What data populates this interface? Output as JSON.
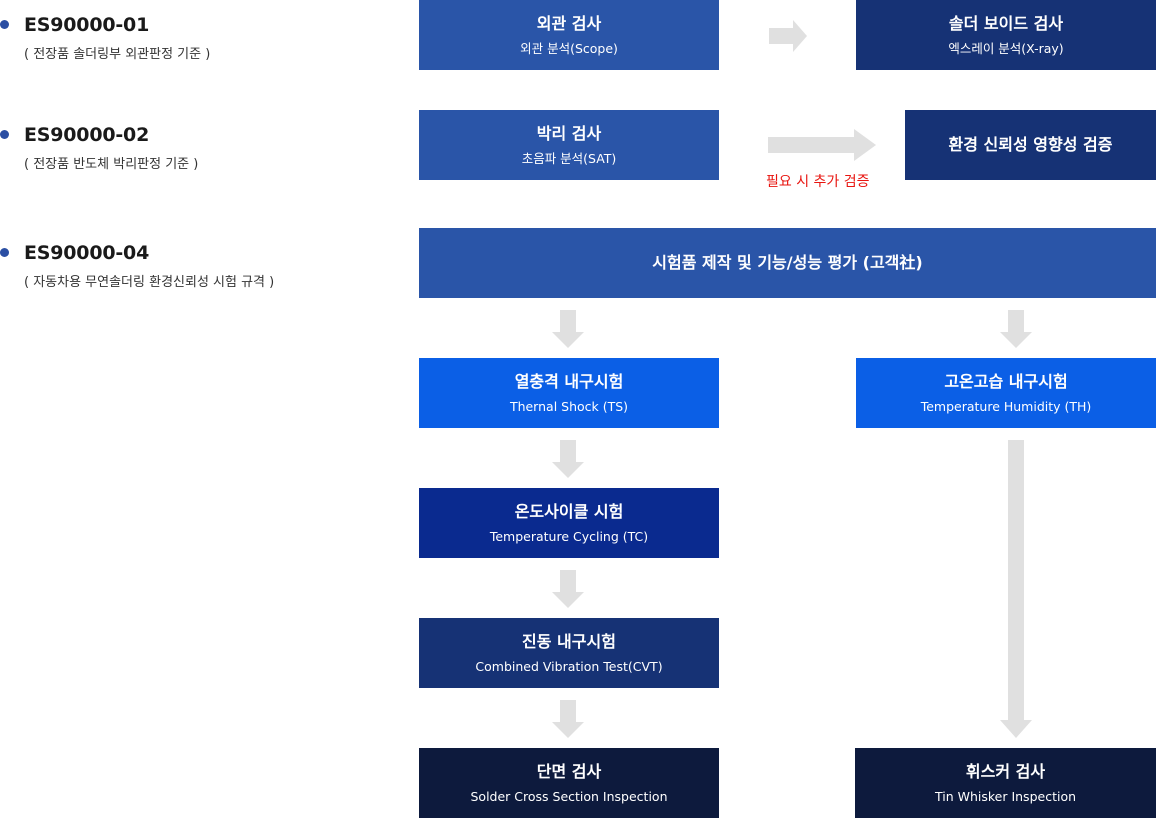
{
  "standards": [
    {
      "code": "ES90000-01",
      "desc": "( 전장품 솔더링부 외관판정 기준 )"
    },
    {
      "code": "ES90000-02",
      "desc": "( 전장품 반도체 박리판정 기준 )"
    },
    {
      "code": "ES90000-04",
      "desc": "( 자동차용 무연솔더링 환경신뢰성 시험 규격 )"
    }
  ],
  "row1": {
    "left": {
      "title": "외관 검사",
      "sub": "외관 분석(Scope)"
    },
    "right": {
      "title": "솔더 보이드 검사",
      "sub": "엑스레이 분석(X-ray)"
    }
  },
  "row2": {
    "left": {
      "title": "박리 검사",
      "sub": "초음파 분석(SAT)"
    },
    "right": {
      "title": "환경 신뢰성 영향성 검증"
    },
    "note": "필요 시 추가 검증"
  },
  "main": {
    "title": "시험품 제작 및 기능/성능 평가 (고객社)"
  },
  "left_chain": [
    {
      "title": "열충격 내구시험",
      "sub": "Thernal Shock (TS)"
    },
    {
      "title": "온도사이클 시험",
      "sub": "Temperature Cycling (TC)"
    },
    {
      "title": "진동 내구시험",
      "sub": "Combined Vibration Test(CVT)"
    },
    {
      "title": "단면 검사",
      "sub": "Solder Cross Section Inspection"
    }
  ],
  "right_chain": [
    {
      "title": "고온고습 내구시험",
      "sub": "Temperature Humidity (TH)"
    },
    {
      "title": "휘스커 검사",
      "sub": "Tin Whisker Inspection"
    }
  ],
  "colors": {
    "bullet": "#2b4fa3",
    "box_mid": "#2a55a8",
    "box_dark": "#163275",
    "box_bright": "#0b5fe6",
    "box_navy": "#0a2a8f",
    "box_deep": "#0d1a3d",
    "arrow": "#e0e0e0",
    "note": "#e8140f"
  }
}
